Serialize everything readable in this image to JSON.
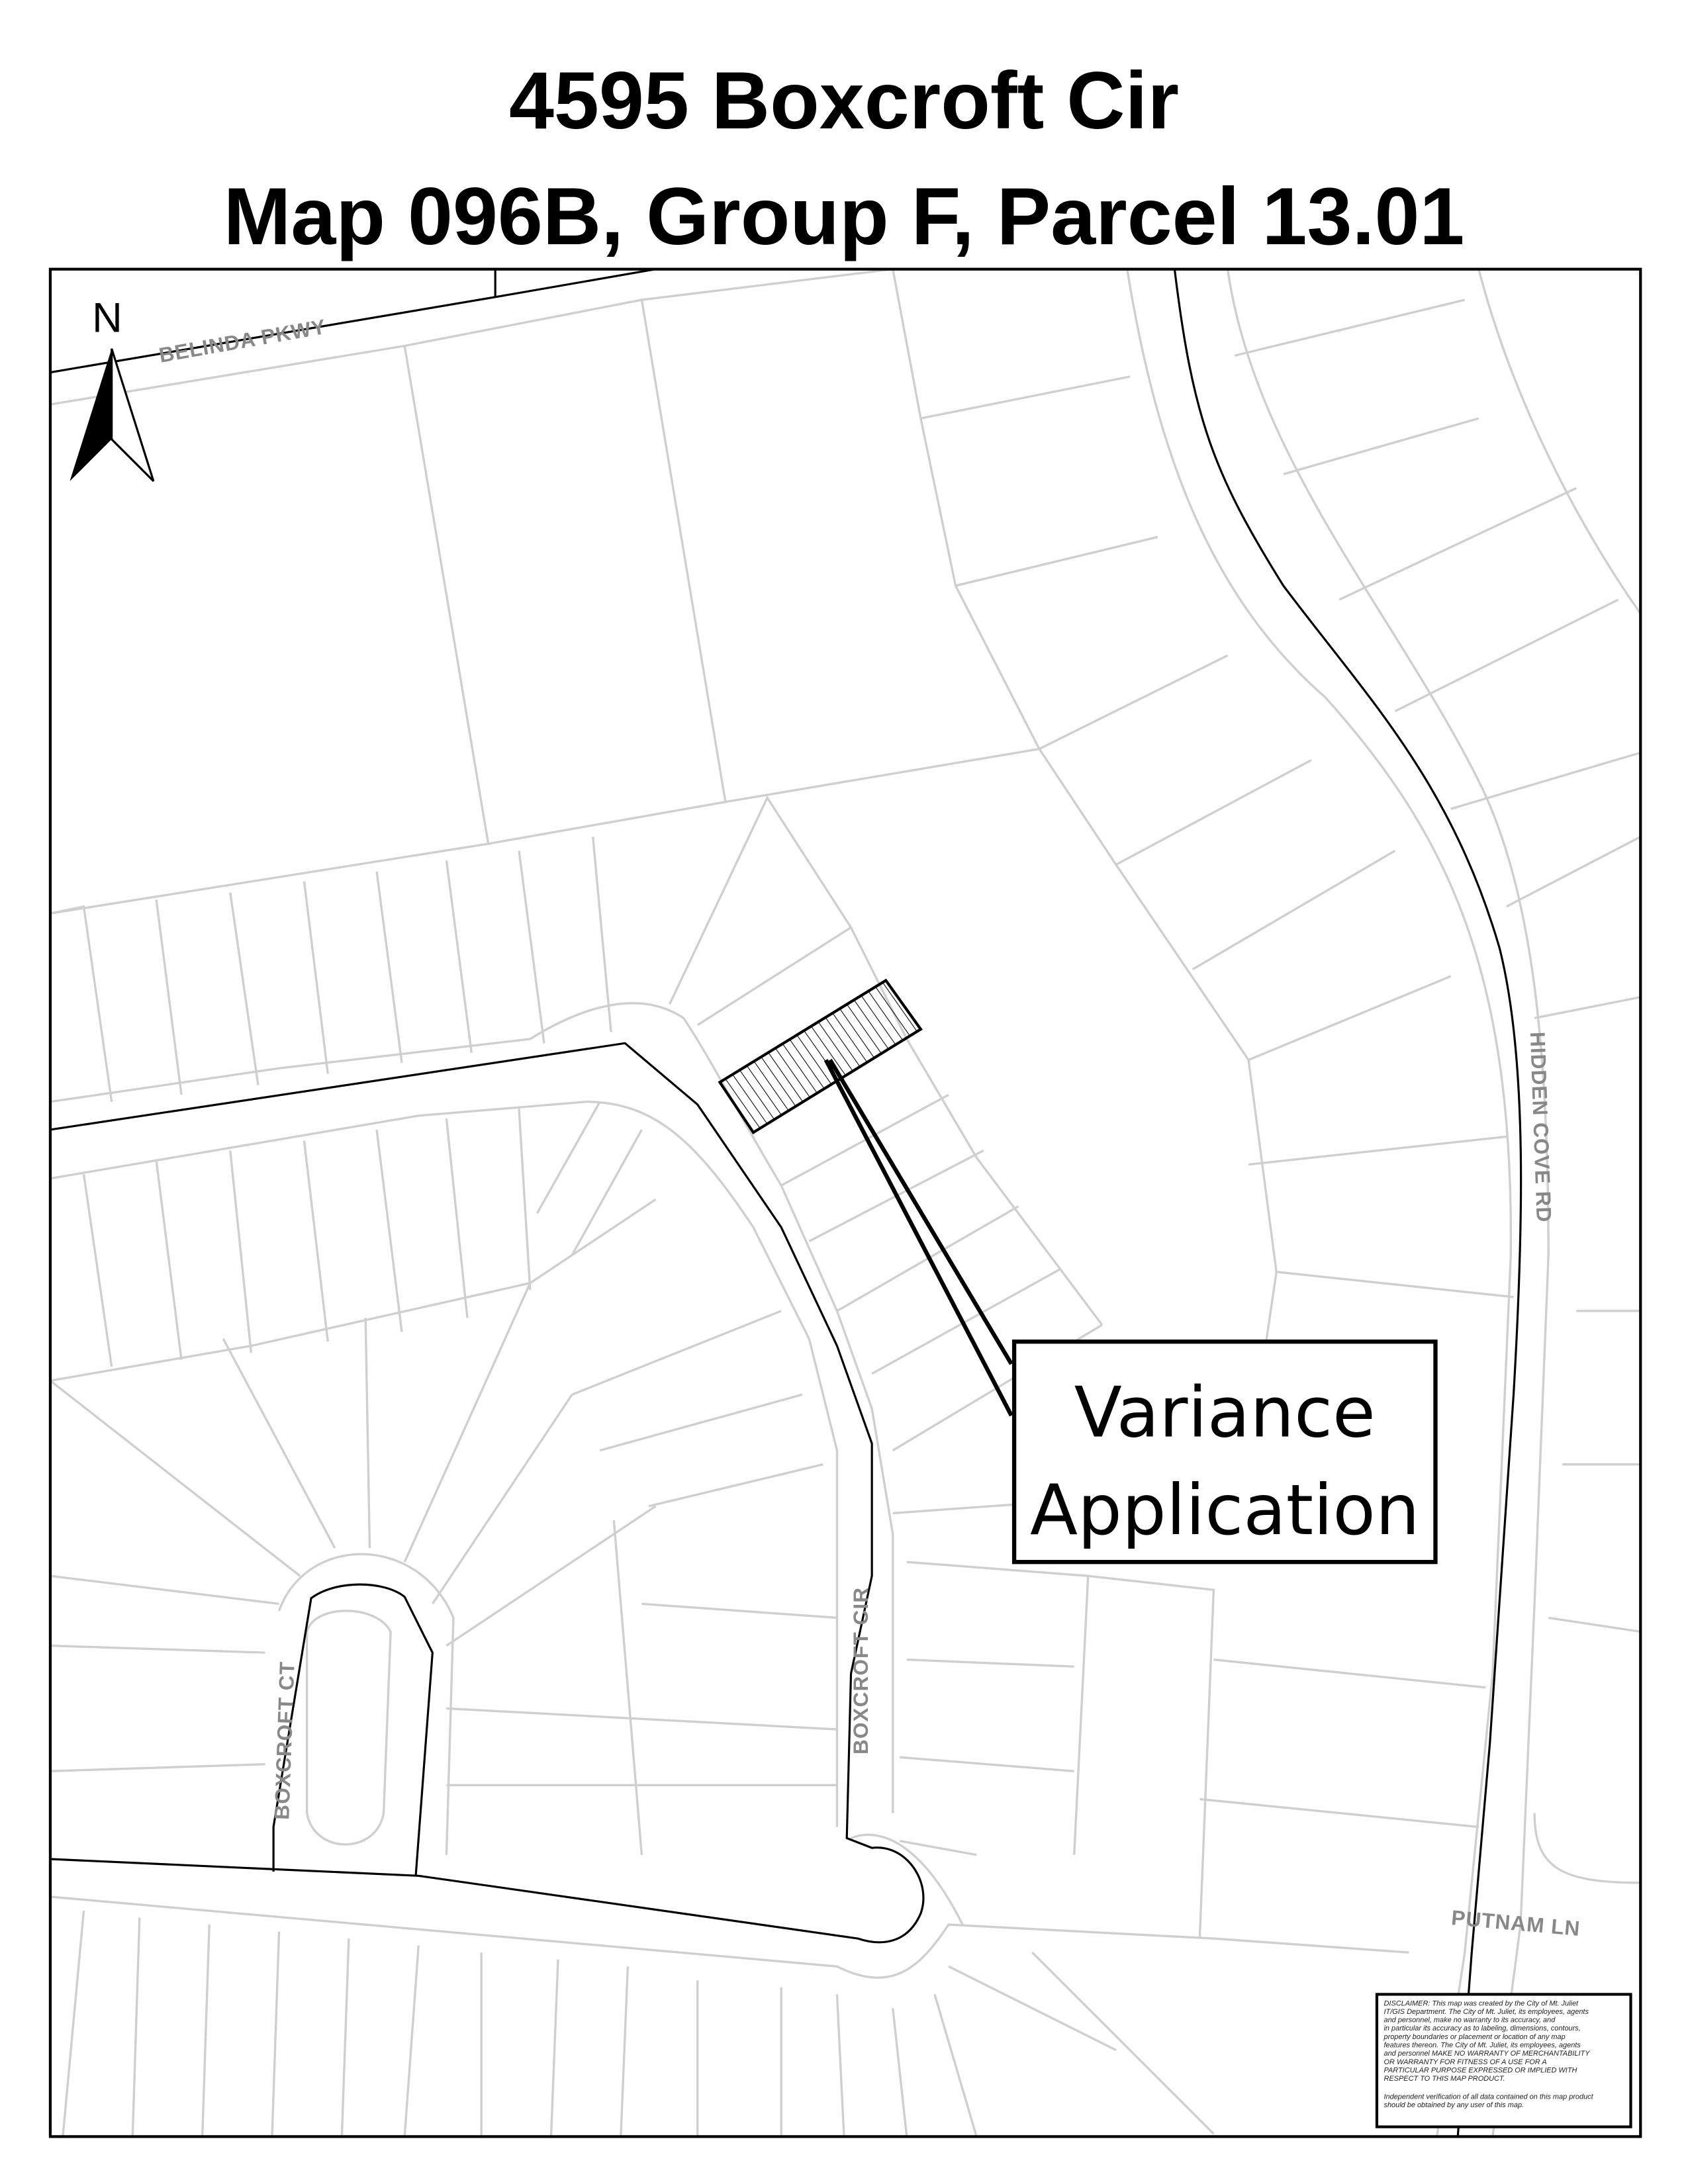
{
  "title": {
    "line1": "4595 Boxcroft Cir",
    "line2": "Map 096B, Group F, Parcel 13.01"
  },
  "north_arrow": {
    "label": "N"
  },
  "roads": {
    "belinda": "BELINDA PKWY",
    "hidden_cove": "HIDDEN COVE RD",
    "boxcroft_cir": "BOXCROFT CIR",
    "boxcroft_ct": "BOXCROFT CT",
    "putnam": "PUTNAM LN"
  },
  "callout": {
    "line1": "Variance",
    "line2": "Application"
  },
  "disclaimer": {
    "lines": [
      "DISCLAIMER: This map was created by the City of Mt. Juliet",
      "IT/GIS Department. The City of Mt. Juliet, its employees, agents",
      "and personnel, make no warranty to its accuracy, and",
      "in particular its accuracy as to labeling, dimensions, contours,",
      "property boundaries or placement or location of any map",
      "features thereon. The City of Mt. Juliet, its employees, agents",
      "and personnel MAKE NO WARRANTY OF MERCHANTABILITY",
      "OR WARRANTY FOR FITNESS OF A USE FOR A",
      "PARTICULAR PURPOSE EXPRESSED OR IMPLIED WITH",
      "RESPECT TO THIS MAP PRODUCT."
    ],
    "footer1": "Independent verification of all data contained on this map product",
    "footer2": "should be obtained by any user of this map."
  }
}
